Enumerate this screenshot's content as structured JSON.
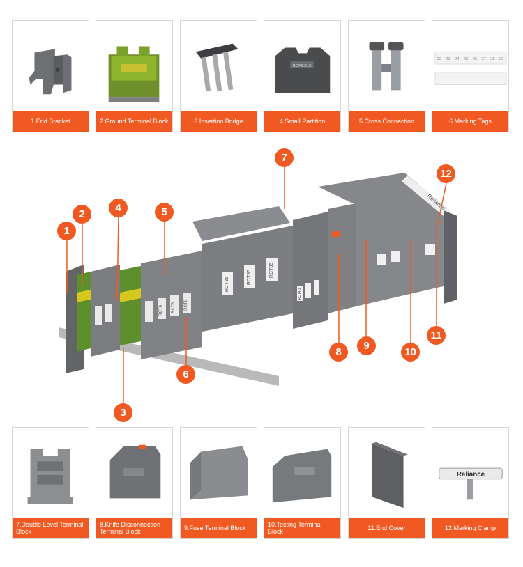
{
  "top_row": [
    {
      "label": "1.End Bracket",
      "icon": "end-bracket-icon"
    },
    {
      "label": "2.Ground Terminal Block",
      "icon": "ground-terminal-block-icon"
    },
    {
      "label": "3.Insertion Bridge",
      "icon": "insertion-bridge-icon"
    },
    {
      "label": "4.Small Partition",
      "icon": "small-partition-icon"
    },
    {
      "label": "5.Cross Connection",
      "icon": "cross-connection-icon"
    },
    {
      "label": "6.Marking Tags",
      "icon": "marking-tags-icon"
    }
  ],
  "bottom_row": [
    {
      "label": "7.Double Level Terminal Block",
      "icon": "double-level-terminal-block-icon"
    },
    {
      "label": "8.Knife Disconnection Terminal Block",
      "icon": "knife-disconnection-terminal-block-icon"
    },
    {
      "label": "9.Fuse Terminal Block",
      "icon": "fuse-terminal-block-icon"
    },
    {
      "label": "10.Testing Terminal Block",
      "icon": "testing-terminal-block-icon"
    },
    {
      "label": "11.End Cover",
      "icon": "end-cover-icon"
    },
    {
      "label": "12.Marking Clamp",
      "icon": "marking-clamp-icon"
    }
  ],
  "callouts": [
    "1",
    "2",
    "3",
    "4",
    "5",
    "6",
    "7",
    "8",
    "9",
    "10",
    "11",
    "12"
  ],
  "item_texts": {
    "small_partition_label": "RCPES10",
    "marking_tag_numbers": [
      "22",
      "23",
      "24",
      "25",
      "26",
      "27",
      "28",
      "29"
    ],
    "assembly_brand": "Reliance",
    "marking_clamp_brand": "Reliance",
    "rct6": "RCT6",
    "rct35": "RCT35",
    "rct4d": "RCT4D"
  },
  "colors": {
    "accent": "#f05a22",
    "terminal_gray": "#6f6f6f",
    "ground_green": "#4b8f2a",
    "ground_yellow": "#d8c81e"
  }
}
